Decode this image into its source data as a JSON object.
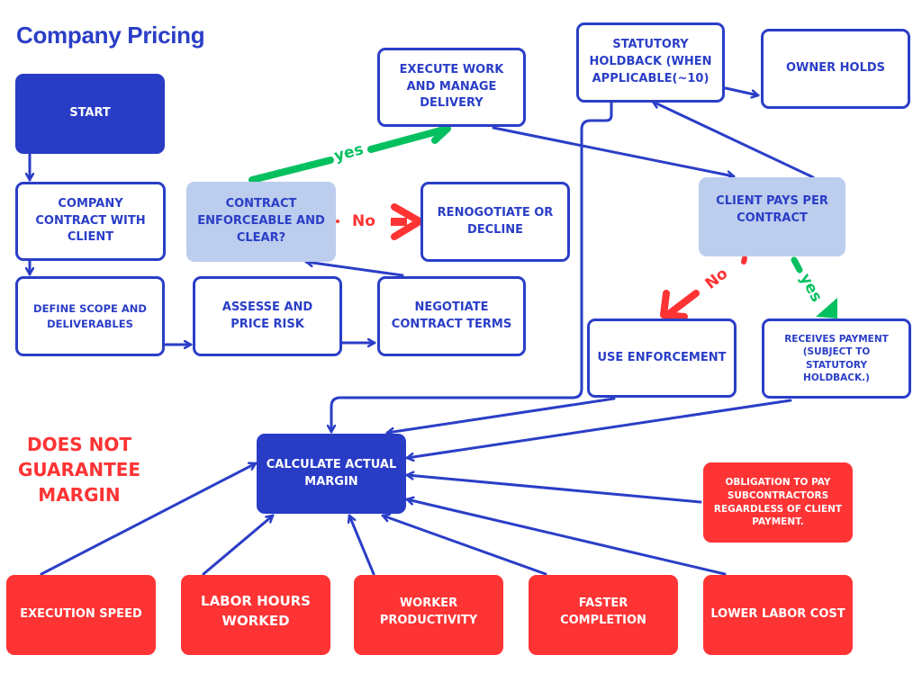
{
  "title": "Company Pricing",
  "colors": {
    "primary_blue": "#283cc6",
    "light_blue": "#bccdee",
    "alert_red": "#fe3334",
    "yes_green": "#05c05f"
  },
  "nodes": {
    "start": "START",
    "company_contract": "COMPANY CONTRACT WITH CLIENT",
    "define_scope": "DEFINE SCOPE AND DELIVERABLES",
    "assess_risk": "ASSESSE AND PRICE RISK",
    "negotiate_terms": "NEGOTIATE CONTRACT TERMS",
    "contract_enforceable": "CONTRACT ENFORCEABLE AND CLEAR?",
    "renegotiate": "RENOGOTIATE OR DECLINE",
    "execute_work": "EXECUTE WORK AND MANAGE DELIVERY",
    "statutory_holdback": "STATUTORY HOLDBACK (WHEN APPLICABLE(~10)",
    "owner_holds": "OWNER HOLDS",
    "client_pays": "CLIENT PAYS PER CONTRACT",
    "use_enforcement": "USE ENFORCEMENT",
    "receives_payment": "RECEIVES PAYMENT (SUBJECT TO STATUTORY HOLDBACK.)",
    "calculate_margin": "CALCULATE ACTUAL MARGIN",
    "obligation_subcontractors": "OBLIGATION TO PAY SUBCONTRACTORS REGARDLESS OF CLIENT PAYMENT.",
    "execution_speed": "EXECUTION SPEED",
    "labor_hours": "LABOR HOURS WORKED",
    "worker_productivity": "WORKER PRODUCTIVITY",
    "faster_completion": "FASTER COMPLETION",
    "lower_labor_cost": "LOWER LABOR COST"
  },
  "warning": "DOES NOT GUARANTEE MARGIN",
  "edge_labels": {
    "contract_yes": "yes",
    "contract_no": "No",
    "pays_no": "No",
    "pays_yes": "yes"
  }
}
